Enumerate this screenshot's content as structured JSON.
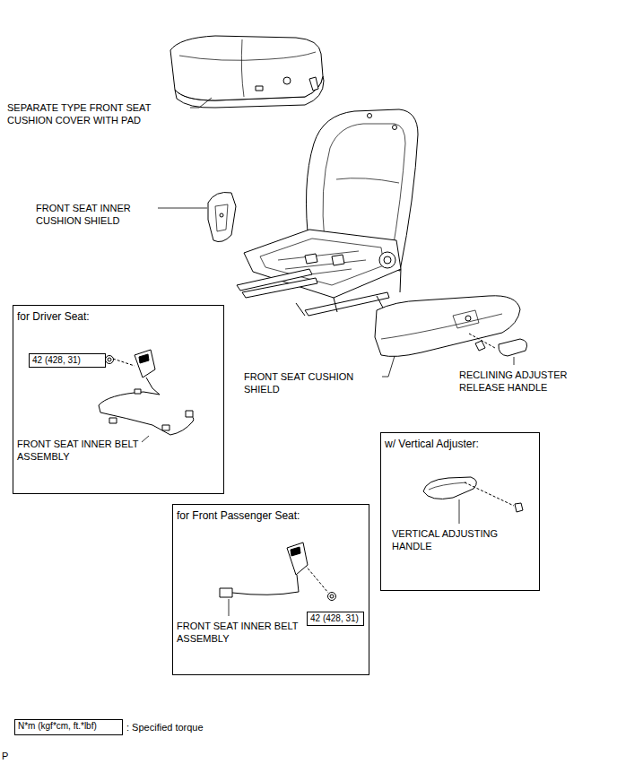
{
  "diagram": {
    "nodes": [
      {
        "text": [
          "for Driver Seat:"
        ]
      },
      {
        "text": [
          "42 (428, 31)"
        ],
        "in": 0
      },
      {
        "text": [
          "w/ Vertical Adjuster:"
        ]
      },
      {
        "text": [
          "for Front Passenger Seat:"
        ]
      },
      {
        "text": [
          "42 (428, 31)"
        ],
        "in": 3
      },
      {
        "text": [
          "N*m (kgf*cm, ft.*lbf)"
        ]
      }
    ],
    "labels": [
      "SEPARATE TYPE FRONT SEAT CUSHION COVER WITH PAD",
      "FRONT SEAT INNER CUSHION SHIELD",
      "FRONT SEAT CUSHION SHIELD",
      "RECLINING ADJUSTER RELEASE HANDLE",
      "FRONT SEAT INNER BELT ASSEMBLY",
      "VERTICAL ADJUSTING HANDLE",
      "FRONT SEAT INNER BELT ASSEMBLY",
      ": Specified torque",
      "P"
    ]
  }
}
